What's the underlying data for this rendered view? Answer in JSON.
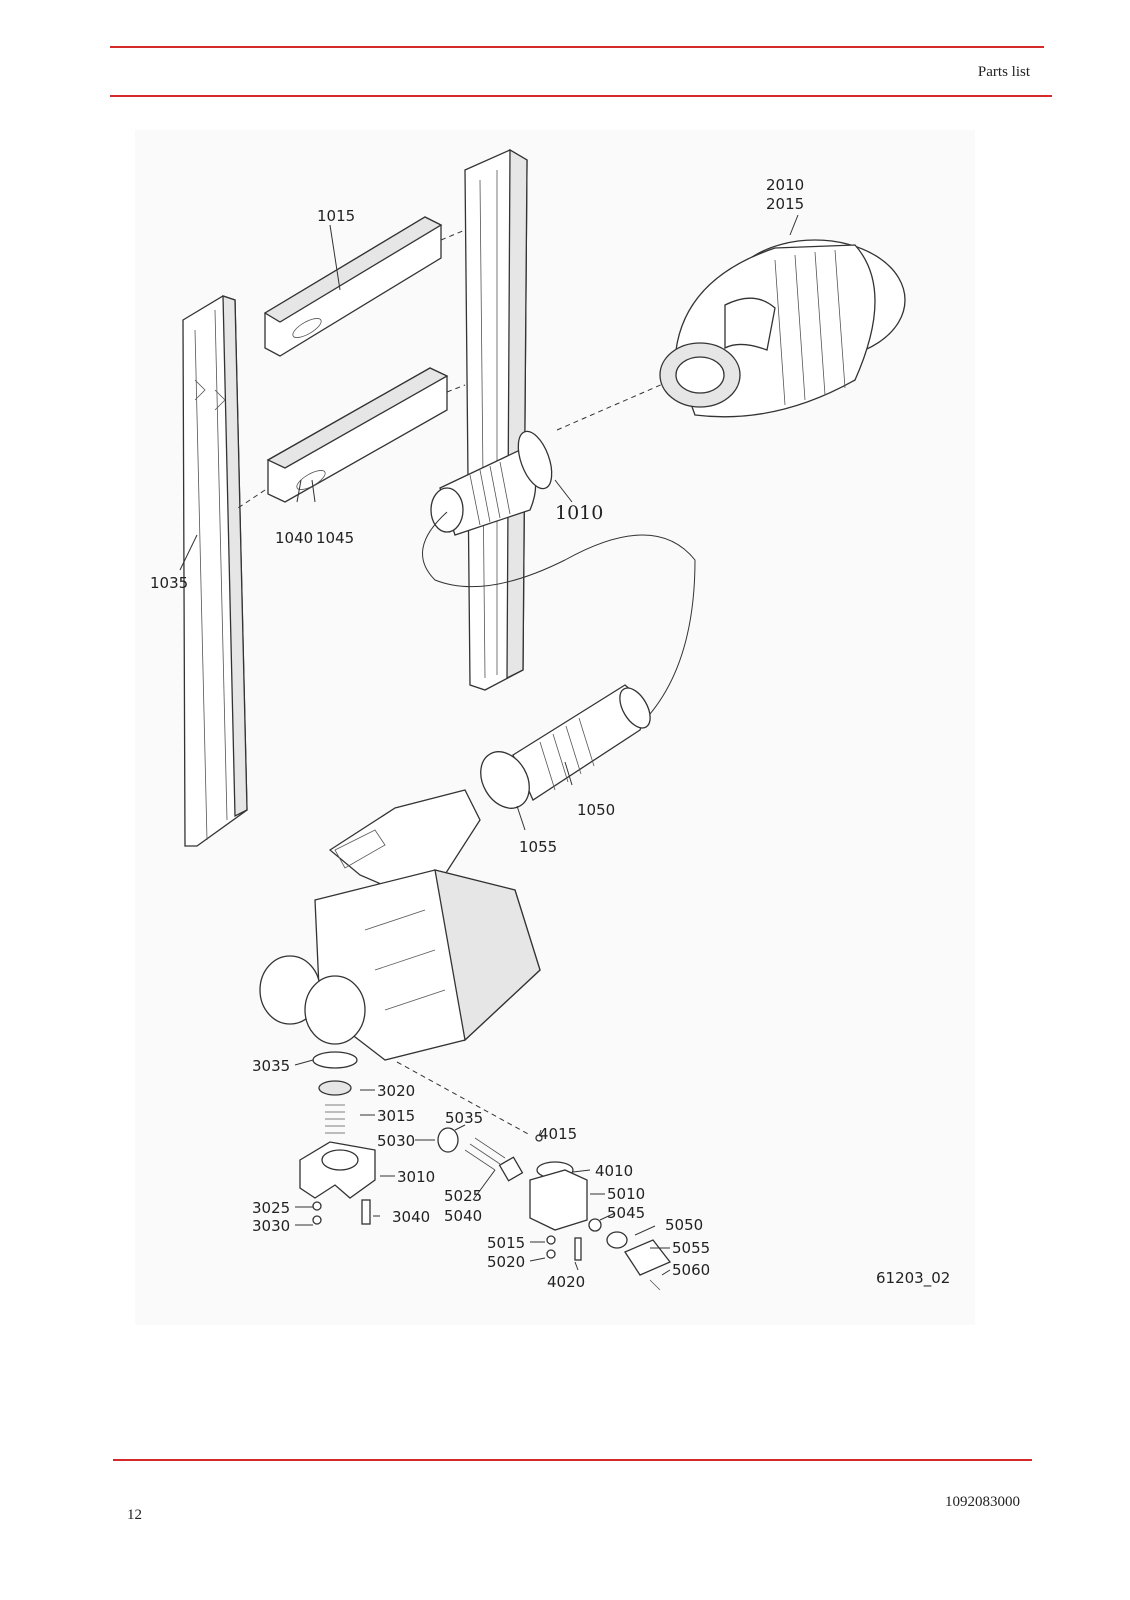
{
  "header": {
    "title": "Parts list"
  },
  "footer": {
    "page_number": "12",
    "document_number": "1092083000"
  },
  "figure": {
    "drawing_id": "61203_02",
    "callouts": {
      "c1015": "1015",
      "c2010": "2010",
      "c2015": "2015",
      "c1010": "1010",
      "c1040": "1040",
      "c1045": "1045",
      "c1035": "1035",
      "c1050": "1050",
      "c1055": "1055",
      "c3035": "3035",
      "c3020": "3020",
      "c3015": "3015",
      "c5035": "5035",
      "c4015": "4015",
      "c5030": "5030",
      "c4010": "4010",
      "c3010": "3010",
      "c5010": "5010",
      "c5025": "5025",
      "c5045": "5045",
      "c3025": "3025",
      "c5040": "5040",
      "c3040": "3040",
      "c5050": "5050",
      "c3030": "3030",
      "c5015": "5015",
      "c5055": "5055",
      "c5020": "5020",
      "c5060": "5060",
      "c4020": "4020"
    }
  }
}
